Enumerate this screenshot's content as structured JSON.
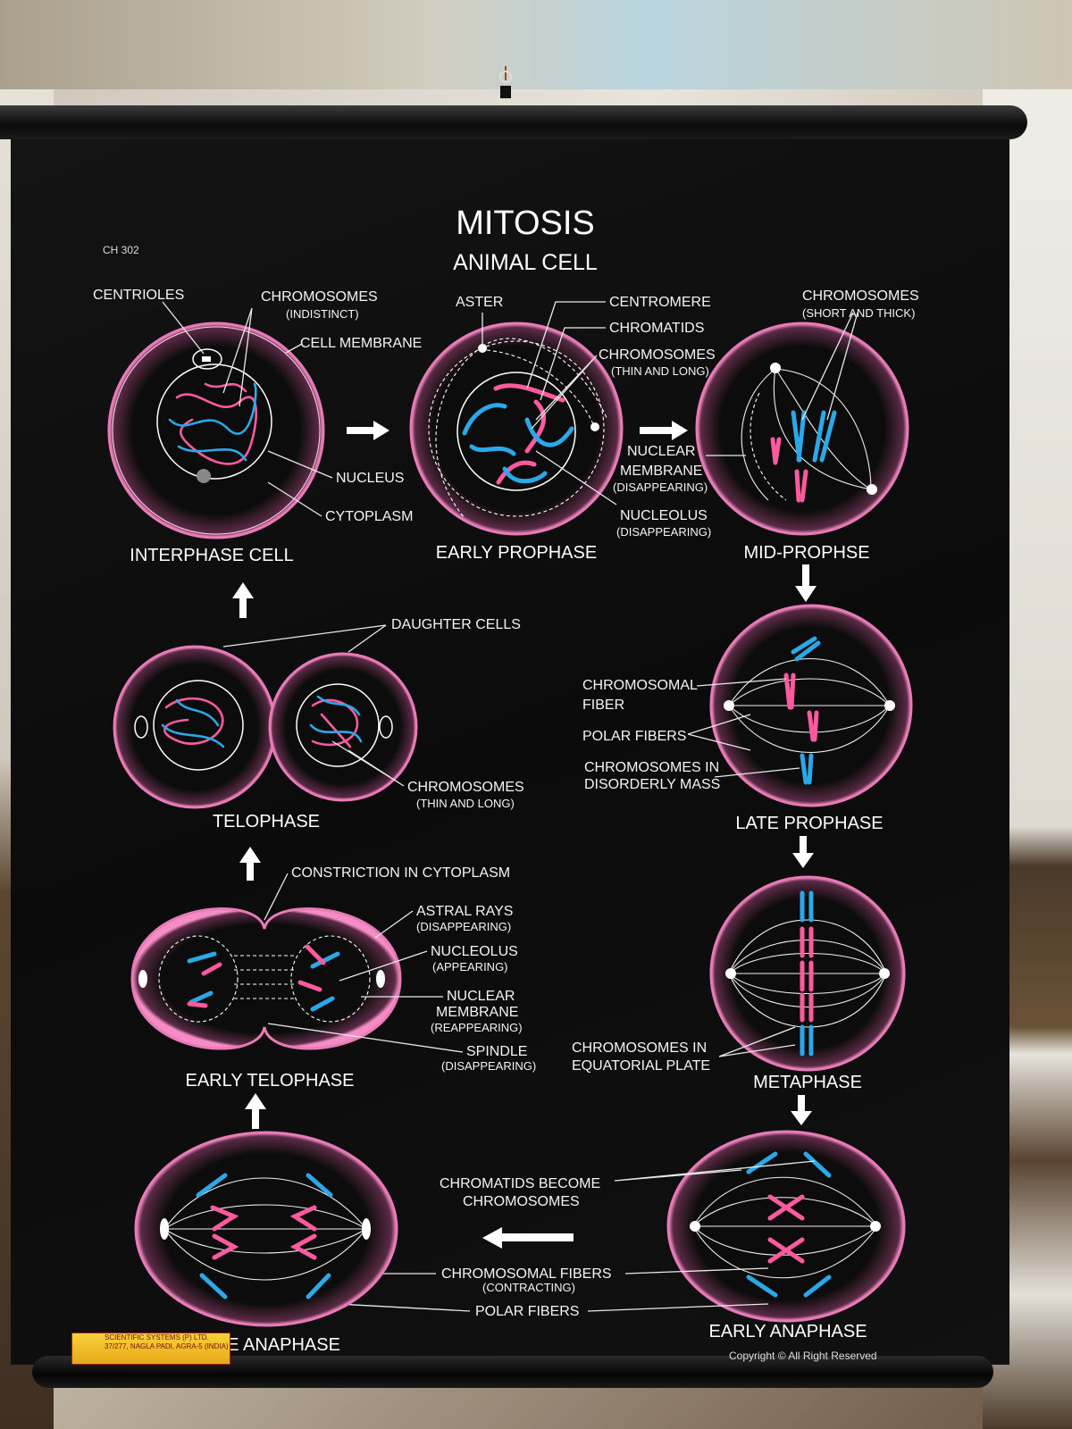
{
  "title": "MITOSIS",
  "subtitle": "ANIMAL CELL",
  "chart_code": "CH 302",
  "copyright": "Copyright © All Right  Reserved",
  "stages": {
    "interphase": "INTERPHASE CELL",
    "early_prophase": "EARLY PROPHASE",
    "mid_prophase": "MID-PROPHSE",
    "late_prophase": "LATE PROPHASE",
    "metaphase": "METAPHASE",
    "early_anaphase": "EARLY ANAPHASE",
    "late_anaphase": "LATE ANAPHASE",
    "early_telophase": "EARLY TELOPHASE",
    "telophase": "TELOPHASE"
  },
  "labels": {
    "centrioles": "CENTRIOLES",
    "chromosomes_indistinct": "CHROMOSOMES",
    "indistinct": "(INDISTINCT)",
    "cell_membrane": "CELL MEMBRANE",
    "nucleus": "NUCLEUS",
    "cytoplasm": "CYTOPLASM",
    "aster": "ASTER",
    "centromere": "CENTROMERE",
    "chromatids": "CHROMATIDS",
    "chromosomes_thin": "CHROMOSOMES",
    "thin_and_long": "(THIN AND LONG)",
    "nuclear": "NUCLEAR",
    "membrane": "MEMBRANE",
    "disappearing": "(DISAPPEARING)",
    "nucleolus": "NUCLEOLUS",
    "nucleolus_disappearing": "(DISAPPEARING)",
    "chromosomes_short": "CHROMOSOMES",
    "short_and_thick": "(SHORT AND THICK)",
    "daughter_cells": "DAUGHTER  CELLS",
    "chromosomal": "CHROMOSOMAL",
    "fiber": "FIBER",
    "polar_fibers": "POLAR FIBERS",
    "chromosomes_in": "CHROMOSOMES IN",
    "disorderly_mass": "DISORDERLY MASS",
    "chromosomes_telophase": "CHROMOSOMES",
    "thin_and_long_telophase": "(THIN AND LONG)",
    "constriction": "CONSTRICTION IN  CYTOPLASM",
    "astral_rays": "ASTRAL RAYS",
    "astral_disappearing": "(DISAPPEARING)",
    "nucleolus_et": "NUCLEOLUS",
    "appearing": "(APPEARING)",
    "nuclear_et": "NUCLEAR",
    "membrane_et": "MEMBRANE",
    "reappearing": "(REAPPEARING)",
    "spindle": "SPINDLE",
    "spindle_disappearing": "(DISAPPEARING)",
    "chromosomes_in_eq": "CHROMOSOMES IN",
    "equatorial_plate": "EQUATORIAL PLATE",
    "chromatids_become": "CHROMATIDS BECOME",
    "chromosomes_become": "CHROMOSOMES",
    "chromosomal_fibers": "CHROMOSOMAL  FIBERS",
    "contracting": "(CONTRACTING)",
    "polar_fibers_ana": "POLAR FIBERS"
  },
  "badge": {
    "line1": "SCIENTIFIC SYSTEMS (P) LTD.",
    "line2": "37/277, NAGLA PADI, AGRA-5 (INDIA)"
  },
  "colors": {
    "membrane": "#e87ab8",
    "chromosome_pink": "#ff5aa0",
    "chromosome_blue": "#2ba8e8",
    "poster": "#0b0b0b"
  }
}
